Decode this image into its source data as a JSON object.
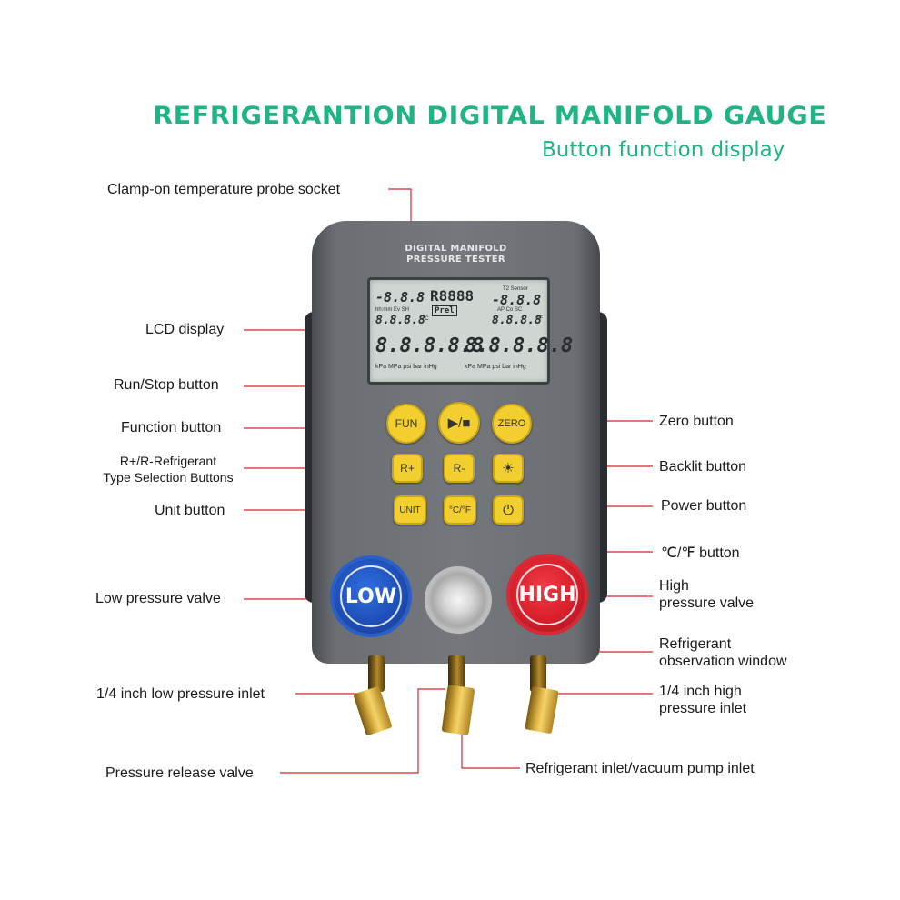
{
  "title": "REFRIGERANTION DIGITAL MANIFOLD GAUGE",
  "subtitle": "Button function display",
  "device": {
    "label_line1": "DIGITAL MANIFOLD",
    "label_line2": "PRESSURE TESTER",
    "lcd": {
      "temp_left": "-8.8.8",
      "r_code": "R8888",
      "prel": "Prel",
      "t2_sensor": "T2 Sensor",
      "temp_right": "-8.8.8",
      "row2_left": "8.8.8.8",
      "row2_right": "8.8.8.8",
      "sub_left": "hh:mm Ev SH",
      "sub_right": "AP Co SC",
      "big_left": "8.8.8.8.8",
      "big_right": "8.8.8.8.8",
      "units_left": "kPa MPa psi bar inHg",
      "units_right": "kPa MPa psi bar inHg",
      "unit_c": "°C",
      "unit_f": "°F"
    },
    "buttons": {
      "fun": "FUN",
      "run_stop": "▶/■",
      "zero": "ZERO",
      "r_plus": "R+",
      "r_minus": "R-",
      "backlight": "☀",
      "unit": "UNIT",
      "cf": "°C/°F",
      "power": "⏻"
    },
    "knob_low": "LOW",
    "knob_high": "HIGH"
  },
  "labels": {
    "probe_socket": "Clamp-on temperature probe socket",
    "lcd_display": "LCD display",
    "run_stop": "Run/Stop button",
    "function": "Function button",
    "refrigerant_sel_1": "R+/R-Refrigerant",
    "refrigerant_sel_2": "Type Selection Buttons",
    "unit": "Unit button",
    "low_valve": "Low pressure valve",
    "low_inlet": "1/4 inch low pressure inlet",
    "release_valve": "Pressure release valve",
    "zero": "Zero button",
    "backlit": "Backlit button",
    "power": "Power button",
    "cf": "℃/℉ button",
    "high_valve_1": "High",
    "high_valve_2": "pressure valve",
    "obs_window_1": "Refrigerant",
    "obs_window_2": "observation window",
    "high_inlet_1": "1/4 inch high",
    "high_inlet_2": "pressure inlet",
    "vacuum_inlet": "Refrigerant inlet/vacuum pump inlet"
  },
  "colors": {
    "title": "#1fb386",
    "leader": "#d9232d",
    "button": "#f2cf2e",
    "low_knob": "#1f4fb8",
    "high_knob": "#d71f2c"
  }
}
